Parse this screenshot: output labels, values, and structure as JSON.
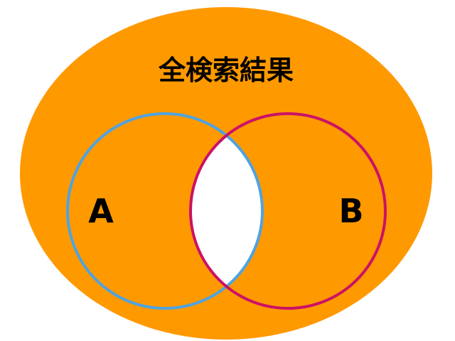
{
  "title": "全検索結果",
  "sets": {
    "a": {
      "label": "A"
    },
    "b": {
      "label": "B"
    }
  },
  "colors": {
    "universe_fill": "#FF9900",
    "intersection_fill": "#FFFFFF",
    "circle_a_stroke": "#4FA3E0",
    "circle_b_stroke": "#CC1166",
    "text": "#000000"
  }
}
